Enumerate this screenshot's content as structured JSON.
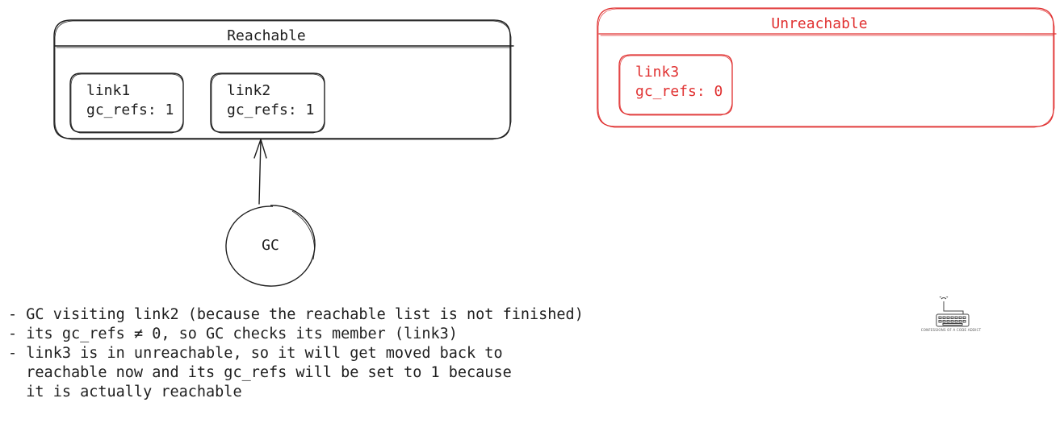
{
  "colors": {
    "ink": "#1e1e1e",
    "unreachable": "#e03131",
    "background": "#ffffff"
  },
  "reachable_group": {
    "title": "Reachable",
    "nodes": [
      {
        "name": "link1",
        "refs": "gc_refs: 1"
      },
      {
        "name": "link2",
        "refs": "gc_refs: 1"
      }
    ]
  },
  "unreachable_group": {
    "title": "Unreachable",
    "nodes": [
      {
        "name": "link3",
        "refs": "gc_refs: 0"
      }
    ]
  },
  "gc_node": {
    "label": "GC"
  },
  "notes": [
    "- GC visiting link2 (because the reachable list is not finished)",
    "- its gc_refs ≠ 0, so GC checks its member (link3)",
    "- link3 is in unreachable, so it will get moved back to",
    "  reachable now and its gc_refs will be set to 1 because",
    "  it is actually reachable"
  ],
  "watermark": {
    "text": "CONFESSIONS OF A CODE ADDICT",
    "icon": "keyboard-icon"
  }
}
